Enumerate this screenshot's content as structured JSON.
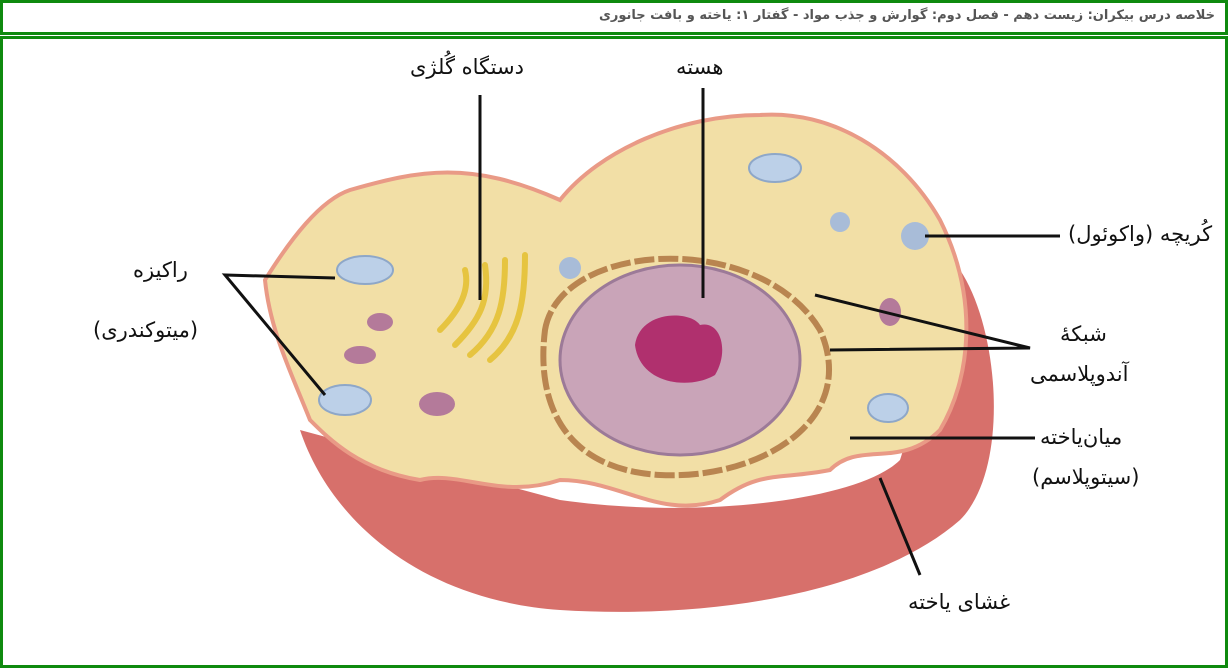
{
  "header": {
    "title": "خلاصه درس بیکران: زیست دهم - فصل دوم: گوارش و جذب مواد - گفتار ۱: یاخته و بافت جانوری"
  },
  "labels": {
    "golgi": "دستگاه گُلژی",
    "nucleus": "هسته",
    "vacuole": "کُریچه (واکوئول)",
    "mito_1": "راکیزه",
    "mito_2": "(میتوکندری)",
    "er_1": "شبکهٔ",
    "er_2": "آندوپلاسمی",
    "cyto_1": "میان‌یاخته",
    "cyto_2": "(سیتوپلاسم)",
    "membrane": "غشای یاخته"
  },
  "colors": {
    "border": "#0f8a0f",
    "cytoplasm": "#f2dfa6",
    "membrane": "#e0857a",
    "nucleus": "#c9a4b8",
    "nucleolus": "#b0306e"
  }
}
